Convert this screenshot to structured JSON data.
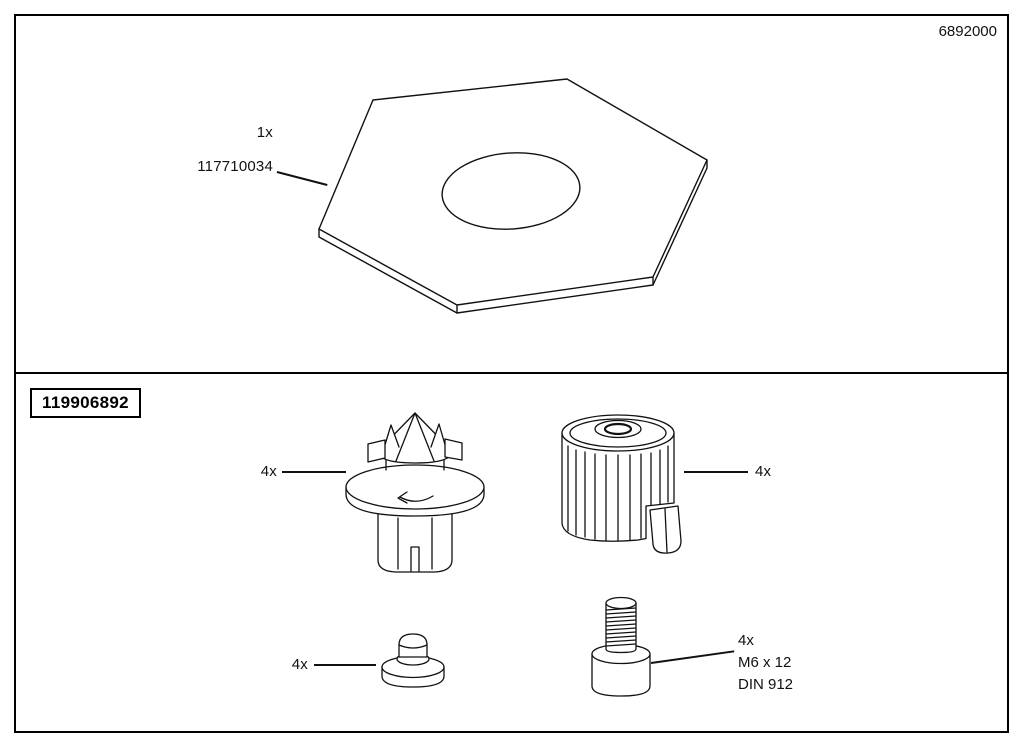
{
  "doc": {
    "number": "6892000"
  },
  "plate": {
    "qty": "1x",
    "part_number": "117710034"
  },
  "kit": {
    "number": "119906892",
    "plug_qty": "4x",
    "sleeve_qty": "4x",
    "rivet_qty": "4x",
    "screw_qty": "4x",
    "screw_size": "M6 x 12",
    "screw_standard": "DIN 912"
  }
}
